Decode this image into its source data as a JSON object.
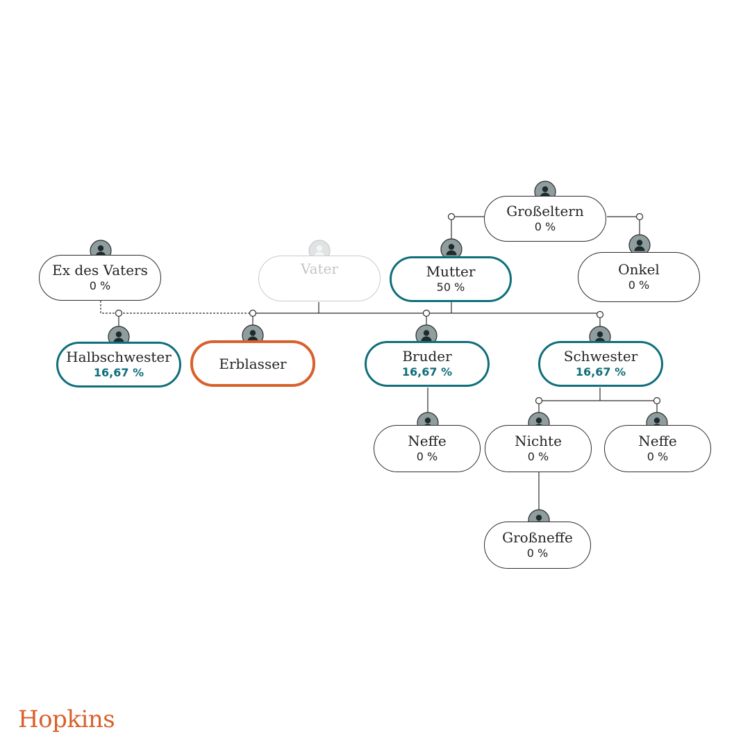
{
  "colors": {
    "heir": "#0e6e7a",
    "deceased": "#d9602a",
    "line": "#2b2b2b",
    "icon_bg": "#8f9d9e",
    "faded": "#c9c9c9"
  },
  "icon": "person-icon",
  "nodes": {
    "grosseltern": {
      "name": "Großeltern",
      "share": "0 %"
    },
    "ex_des_vaters": {
      "name": "Ex des Vaters",
      "share": "0 %"
    },
    "vater": {
      "name": "Vater",
      "share": ""
    },
    "mutter": {
      "name": "Mutter",
      "share": "50 %"
    },
    "onkel": {
      "name": "Onkel",
      "share": "0 %"
    },
    "halbschwester": {
      "name": "Halbschwester",
      "share": "16,67 %"
    },
    "erblasser": {
      "name": "Erblasser",
      "share": ""
    },
    "bruder": {
      "name": "Bruder",
      "share": "16,67 %"
    },
    "schwester": {
      "name": "Schwester",
      "share": "16,67 %"
    },
    "neffe_bruder": {
      "name": "Neffe",
      "share": "0 %"
    },
    "nichte": {
      "name": "Nichte",
      "share": "0 %"
    },
    "neffe_schwester": {
      "name": "Neffe",
      "share": "0 %"
    },
    "grossneffe": {
      "name": "Großneffe",
      "share": "0 %"
    }
  },
  "logo": {
    "text": "Hopkins"
  }
}
